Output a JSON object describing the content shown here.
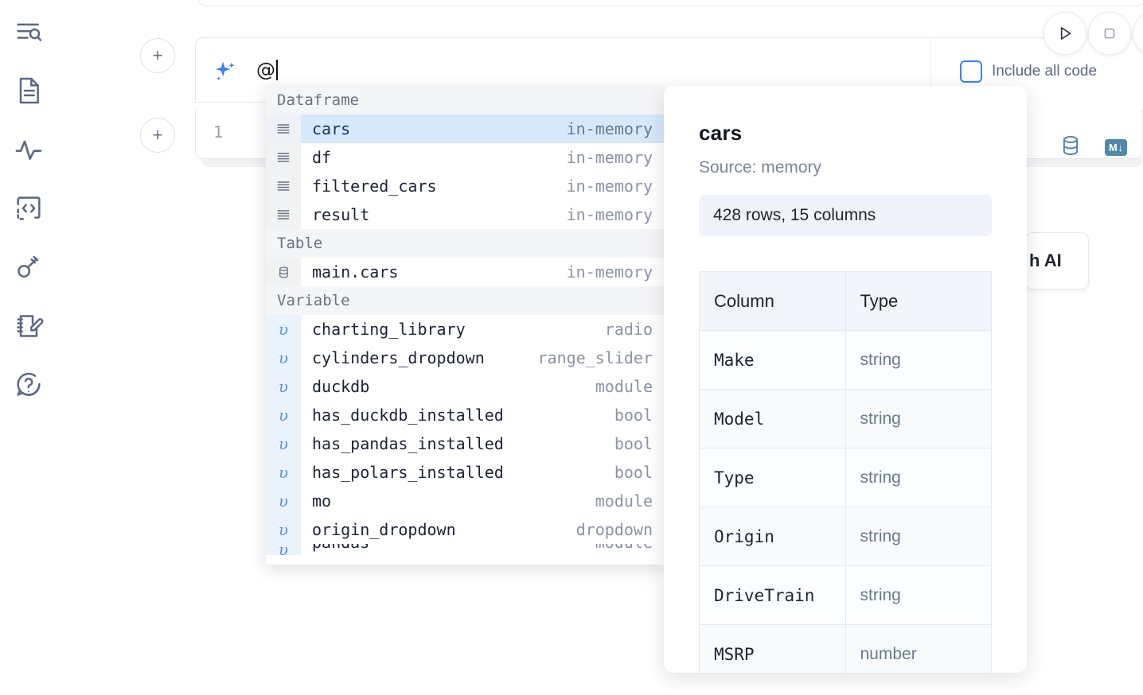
{
  "sidebar": {
    "items": [
      {
        "name": "file-explorer-icon",
        "label": "Explore files"
      },
      {
        "name": "document-icon",
        "label": "Notebook"
      },
      {
        "name": "activity-icon",
        "label": "Variables"
      },
      {
        "name": "code-brackets-icon",
        "label": "Snippets"
      },
      {
        "name": "key-icon",
        "label": "Secrets"
      },
      {
        "name": "scratchpad-icon",
        "label": "Scratchpad"
      },
      {
        "name": "help-chat-icon",
        "label": "Help"
      }
    ]
  },
  "toolbar": {
    "add_label": "+",
    "include_all_code_label": "Include all code",
    "include_all_code_checked": false,
    "run_label": "Run",
    "stop_label": "Stop",
    "sql_label": "SQL cell",
    "markdown_label": "M↓",
    "ai_button_label": "h AI"
  },
  "ai_prompt": {
    "value": "@",
    "icon": "sparkle-icon"
  },
  "cell": {
    "line_number": "1"
  },
  "autocomplete": {
    "groups": [
      {
        "label": "Dataframe",
        "icon": "dataframe-icon",
        "kind": "dataframe",
        "items": [
          {
            "name": "cars",
            "type": "in-memory",
            "selected": true
          },
          {
            "name": "df",
            "type": "in-memory",
            "selected": false
          },
          {
            "name": "filtered_cars",
            "type": "in-memory",
            "selected": false
          },
          {
            "name": "result",
            "type": "in-memory",
            "selected": false
          }
        ]
      },
      {
        "label": "Table",
        "icon": "database-icon",
        "kind": "table",
        "items": [
          {
            "name": "main.cars",
            "type": "in-memory",
            "selected": false
          }
        ]
      },
      {
        "label": "Variable",
        "icon": "variable-icon",
        "kind": "variable",
        "items": [
          {
            "name": "charting_library",
            "type": "radio",
            "selected": false
          },
          {
            "name": "cylinders_dropdown",
            "type": "range_slider",
            "selected": false
          },
          {
            "name": "duckdb",
            "type": "module",
            "selected": false
          },
          {
            "name": "has_duckdb_installed",
            "type": "bool",
            "selected": false
          },
          {
            "name": "has_pandas_installed",
            "type": "bool",
            "selected": false
          },
          {
            "name": "has_polars_installed",
            "type": "bool",
            "selected": false
          },
          {
            "name": "mo",
            "type": "module",
            "selected": false
          },
          {
            "name": "origin_dropdown",
            "type": "dropdown",
            "selected": false
          },
          {
            "name": "pandas",
            "type": "module",
            "selected": false
          }
        ]
      }
    ]
  },
  "info_panel": {
    "title": "cars",
    "source": "Source: memory",
    "shape": "428 rows, 15 columns",
    "table": {
      "headers": [
        "Column",
        "Type"
      ],
      "rows": [
        {
          "column": "Make",
          "type": "string"
        },
        {
          "column": "Model",
          "type": "string"
        },
        {
          "column": "Type",
          "type": "string"
        },
        {
          "column": "Origin",
          "type": "string"
        },
        {
          "column": "DriveTrain",
          "type": "string"
        },
        {
          "column": "MSRP",
          "type": "number"
        }
      ]
    }
  },
  "colors": {
    "accent_blue": "#3b82f6",
    "selection_blue": "#d6e8fa",
    "rail_icon": "#5d6880",
    "cell_tool": "#5387a8",
    "muted_text": "#8b93a3"
  }
}
